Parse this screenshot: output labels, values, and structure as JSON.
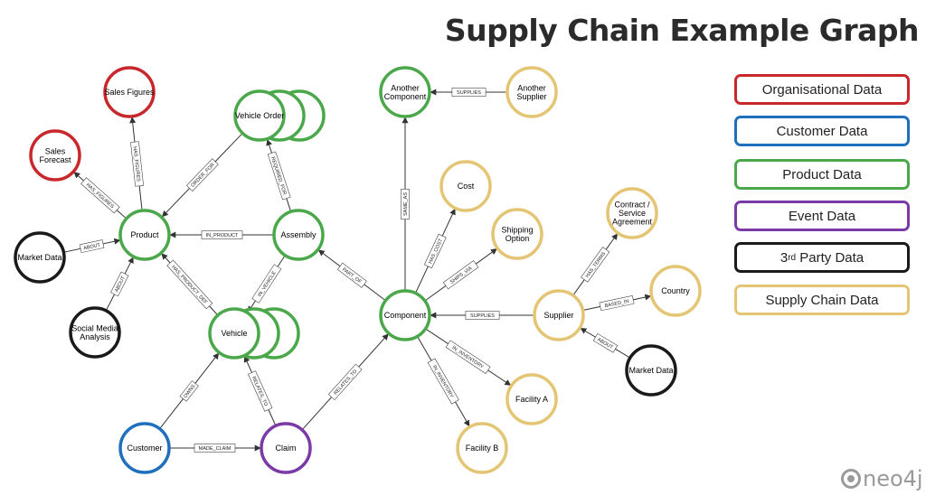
{
  "title": "Supply Chain Example Graph",
  "colors": {
    "organisational": "#c8282b",
    "customer": "#1f6fbd",
    "product": "#4aa84a",
    "event": "#7b3aa6",
    "third_party": "#1a1a1a",
    "supply_chain": "#e3c574"
  },
  "legend": [
    {
      "id": "organisational",
      "label": "Organisational Data",
      "color": "#c8282b"
    },
    {
      "id": "customer",
      "label": "Customer Data",
      "color": "#1f6fbd"
    },
    {
      "id": "product",
      "label": "Product Data",
      "color": "#4aa84a"
    },
    {
      "id": "event",
      "label": "Event Data",
      "color": "#7b3aa6"
    },
    {
      "id": "third_party",
      "label_pre": "3",
      "label_sup": "rd",
      "label_post": " Party Data",
      "color": "#1a1a1a"
    },
    {
      "id": "supply_chain",
      "label": "Supply Chain Data",
      "color": "#e3c574"
    }
  ],
  "nodes": [
    {
      "id": "sales_figures",
      "label": [
        "Sales Figures"
      ],
      "category": "organisational"
    },
    {
      "id": "sales_forecast",
      "label": [
        "Sales",
        "Forecast"
      ],
      "category": "organisational"
    },
    {
      "id": "market_data_left",
      "label": [
        "Market Data"
      ],
      "category": "third_party"
    },
    {
      "id": "social_media",
      "label": [
        "Social Media",
        "Analysis"
      ],
      "category": "third_party"
    },
    {
      "id": "product",
      "label": [
        "Product"
      ],
      "category": "product"
    },
    {
      "id": "vehicle_order",
      "label": [
        "Vehicle Order"
      ],
      "category": "product",
      "stack": 3
    },
    {
      "id": "assembly",
      "label": [
        "Assembly"
      ],
      "category": "product"
    },
    {
      "id": "vehicle",
      "label": [
        "Vehicle"
      ],
      "category": "product",
      "stack": 3
    },
    {
      "id": "customer",
      "label": [
        "Customer"
      ],
      "category": "customer"
    },
    {
      "id": "claim",
      "label": [
        "Claim"
      ],
      "category": "event"
    },
    {
      "id": "component",
      "label": [
        "Component"
      ],
      "category": "product"
    },
    {
      "id": "another_component",
      "label": [
        "Another",
        "Component"
      ],
      "category": "product"
    },
    {
      "id": "another_supplier",
      "label": [
        "Another",
        "Supplier"
      ],
      "category": "supply_chain"
    },
    {
      "id": "cost",
      "label": [
        "Cost"
      ],
      "category": "supply_chain"
    },
    {
      "id": "shipping_option",
      "label": [
        "Shipping",
        "Option"
      ],
      "category": "supply_chain"
    },
    {
      "id": "supplier",
      "label": [
        "Supplier"
      ],
      "category": "supply_chain"
    },
    {
      "id": "contract",
      "label": [
        "Contract /",
        "Service",
        "Agreement"
      ],
      "category": "supply_chain"
    },
    {
      "id": "country",
      "label": [
        "Country"
      ],
      "category": "supply_chain"
    },
    {
      "id": "market_data_right",
      "label": [
        "Market Data"
      ],
      "category": "third_party"
    },
    {
      "id": "facility_a",
      "label": [
        "Facility A"
      ],
      "category": "supply_chain"
    },
    {
      "id": "facility_b",
      "label": [
        "Facility B"
      ],
      "category": "supply_chain"
    }
  ],
  "edges": [
    {
      "from": "product",
      "to": "sales_figures",
      "label": "HAS_FIGURES"
    },
    {
      "from": "product",
      "to": "sales_forecast",
      "label": "HAS_FIGURES"
    },
    {
      "from": "market_data_left",
      "to": "product",
      "label": "ABOUT"
    },
    {
      "from": "social_media",
      "to": "product",
      "label": "ABOUT"
    },
    {
      "from": "vehicle_order",
      "to": "product",
      "label": "ORDER_FOR"
    },
    {
      "from": "assembly",
      "to": "product",
      "label": "IN_PRODUCT"
    },
    {
      "from": "vehicle",
      "to": "product",
      "label": "HAS_PRODUCT_DEF"
    },
    {
      "from": "assembly",
      "to": "vehicle_order",
      "label": "REQUIRED_FOR"
    },
    {
      "from": "assembly",
      "to": "vehicle",
      "label": "IN_VEHICLE"
    },
    {
      "from": "component",
      "to": "assembly",
      "label": "PART_OF"
    },
    {
      "from": "customer",
      "to": "vehicle",
      "label": "OWNS"
    },
    {
      "from": "customer",
      "to": "claim",
      "label": "MADE_CLAIM"
    },
    {
      "from": "claim",
      "to": "vehicle",
      "label": "RELATES_TO"
    },
    {
      "from": "claim",
      "to": "component",
      "label": "RELATES_TO"
    },
    {
      "from": "component",
      "to": "another_component",
      "label": "SAME_AS"
    },
    {
      "from": "another_supplier",
      "to": "another_component",
      "label": "SUPPLIES"
    },
    {
      "from": "component",
      "to": "cost",
      "label": "HAS_COST"
    },
    {
      "from": "component",
      "to": "shipping_option",
      "label": "SHIPS_VIA"
    },
    {
      "from": "supplier",
      "to": "component",
      "label": "SUPPLIES"
    },
    {
      "from": "component",
      "to": "facility_a",
      "label": "IN_INVENTORY"
    },
    {
      "from": "component",
      "to": "facility_b",
      "label": "IN_INVENTORY"
    },
    {
      "from": "supplier",
      "to": "contract",
      "label": "HAS_TERMS"
    },
    {
      "from": "supplier",
      "to": "country",
      "label": "BASED_IN"
    },
    {
      "from": "market_data_right",
      "to": "supplier",
      "label": "ABOUT"
    }
  ],
  "logo": {
    "text": "neo4j"
  }
}
